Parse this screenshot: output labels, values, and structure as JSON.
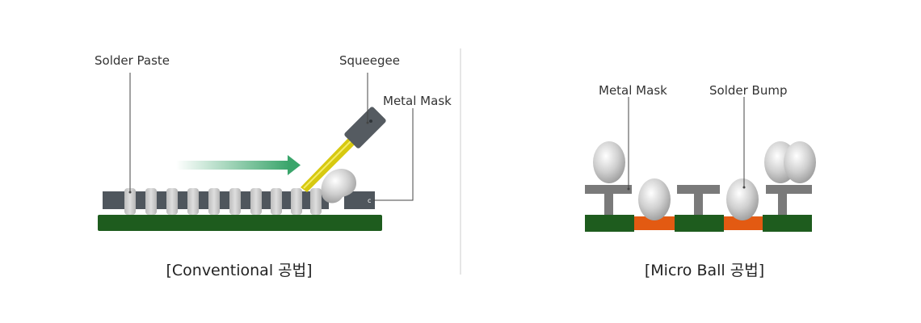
{
  "left_panel": {
    "labels": {
      "solder_paste": "Solder Paste",
      "squeegee": "Squeegee",
      "metal_mask": "Metal Mask"
    },
    "caption": "[Conventional 공법]"
  },
  "right_panel": {
    "labels": {
      "metal_mask": "Metal Mask",
      "solder_bump": "Solder Bump"
    },
    "caption": "[Micro Ball 공법]"
  },
  "colors": {
    "substrate": "#1e5c1e",
    "mask": "#4f565d",
    "solder": "#c9c9c9",
    "squeegee_blade": "#d7c90f",
    "squeegee_handle": "#555b61",
    "arrow": "#3aa56b",
    "pad": "#e35a12",
    "leader": "#444444",
    "divider": "#cccccc"
  }
}
